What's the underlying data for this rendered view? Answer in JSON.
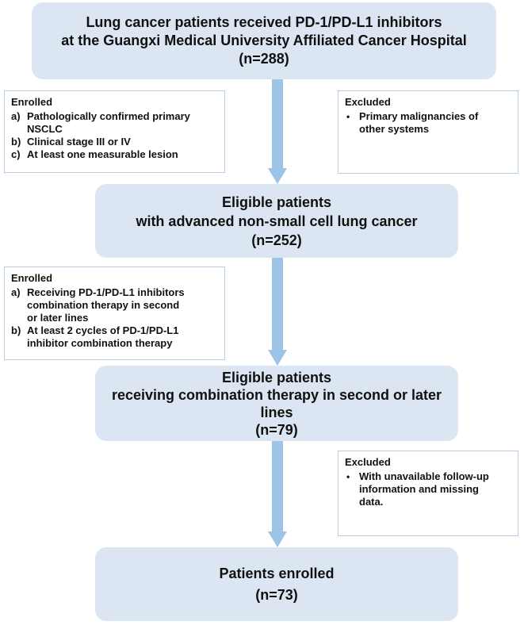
{
  "boxes": {
    "start": {
      "lines": [
        "Lung cancer patients received PD-1/PD-L1 inhibitors",
        "at the Guangxi Medical University Affiliated Cancer Hospital",
        "(n=288)"
      ]
    },
    "eligible_advanced": {
      "lines": [
        "Eligible patients",
        "with advanced non-small cell lung cancer",
        "(n=252)"
      ]
    },
    "eligible_combination": {
      "lines": [
        "Eligible patients",
        "receiving combination therapy in second or later",
        "lines",
        "(n=79)"
      ]
    },
    "enrolled_final": {
      "lines": [
        "Patients enrolled",
        "(n=73)"
      ]
    }
  },
  "criteria": {
    "enrolled_1": {
      "header": "Enrolled",
      "items": [
        {
          "marker": "a)",
          "lines": [
            "Pathologically confirmed primary",
            "NSCLC"
          ]
        },
        {
          "marker": "b)",
          "lines": [
            "Clinical stage III or IV"
          ]
        },
        {
          "marker": "c)",
          "lines": [
            "At least one measurable lesion"
          ]
        }
      ]
    },
    "excluded_1": {
      "header": "Excluded",
      "items": [
        {
          "marker": "•",
          "lines": [
            "Primary malignancies of",
            "other systems"
          ]
        }
      ]
    },
    "enrolled_2": {
      "header": "Enrolled",
      "items": [
        {
          "marker": "a)",
          "lines": [
            "Receiving PD-1/PD-L1 inhibitors",
            "combination therapy in second",
            "or later lines"
          ]
        },
        {
          "marker": "b)",
          "lines": [
            "At least 2 cycles of PD-1/PD-L1",
            "inhibitor combination therapy"
          ]
        }
      ]
    },
    "excluded_2": {
      "header": "Excluded",
      "items": [
        {
          "marker": "•",
          "lines": [
            "With unavailable follow-up",
            "information and  missing",
            "data."
          ]
        }
      ]
    }
  },
  "colors": {
    "box_fill": "#dce6f2",
    "arrow": "#9dc3e6",
    "side_border": "#b8cce4"
  }
}
